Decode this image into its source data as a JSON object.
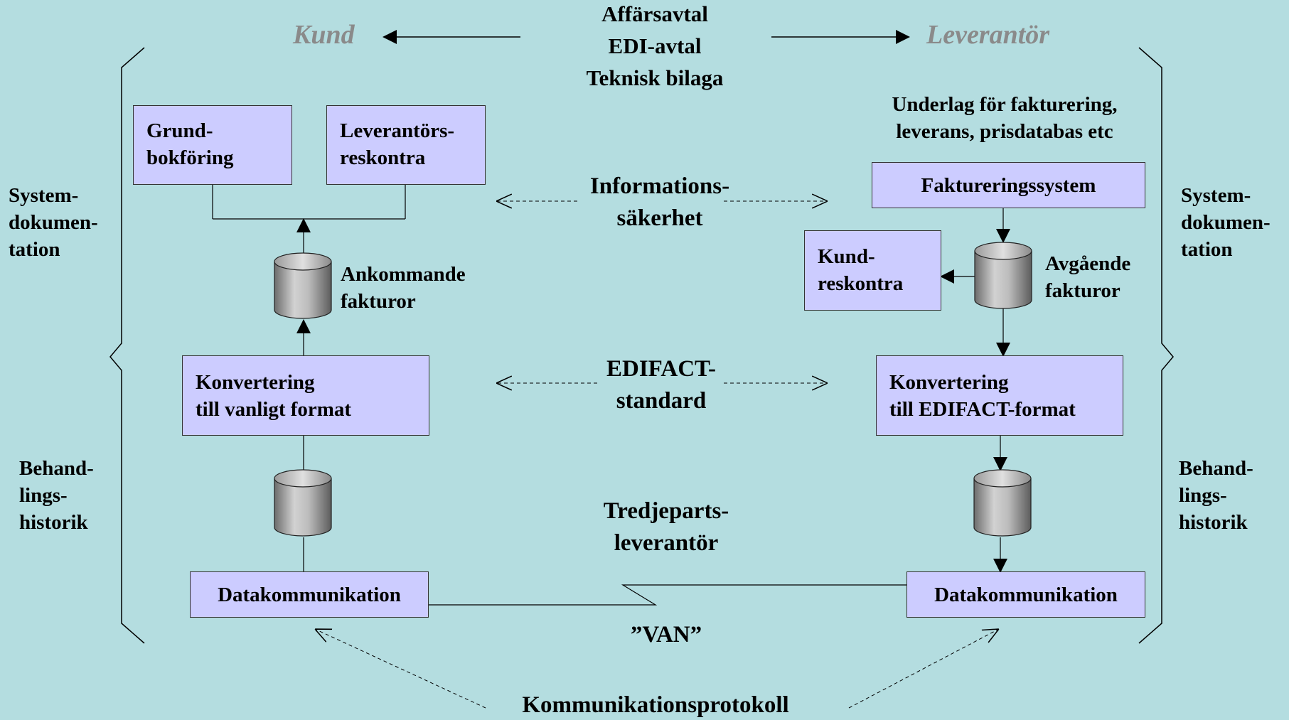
{
  "header": {
    "customer": "Kund",
    "supplier": "Leverantör",
    "agreements": [
      "Affärsavtal",
      "EDI-avtal",
      "Teknisk bilaga"
    ]
  },
  "left": {
    "box_bookkeeping": [
      "Grund-",
      "bokföring"
    ],
    "box_supplier_ledger": [
      "Leverantörs-",
      "reskontra"
    ],
    "incoming_invoices": [
      "Ankommande",
      "fakturor"
    ],
    "conversion": [
      "Konvertering",
      "till vanligt format"
    ],
    "datacom": "Datakommunikation"
  },
  "right": {
    "basis": [
      "Underlag för fakturering,",
      "leverans, prisdatabas etc"
    ],
    "invoicing_system": "Faktureringssystem",
    "customer_ledger": [
      "Kund-",
      "reskontra"
    ],
    "outgoing_invoices": [
      "Avgående",
      "fakturor"
    ],
    "conversion": [
      "Konvertering",
      "till EDIFACT-format"
    ],
    "datacom": "Datakommunikation"
  },
  "center": {
    "infosec": [
      "Informations-",
      "säkerhet"
    ],
    "edifact": [
      "EDIFACT-",
      "standard"
    ],
    "third_party": [
      "Tredjeparts-",
      "leverantör"
    ],
    "van": "”VAN”",
    "protocol": "Kommunikationsprotokoll"
  },
  "side": {
    "sysdoc": [
      "System-",
      "dokumen-",
      "tation"
    ],
    "history": [
      "Behand-",
      "lings-",
      "historik"
    ]
  },
  "colors": {
    "background": "#b4dde0",
    "box_fill": "#ccccff",
    "party_text": "#8a8a8a"
  }
}
